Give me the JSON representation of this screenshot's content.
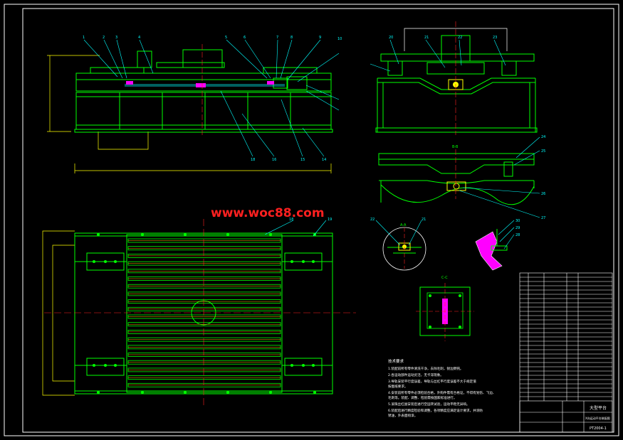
{
  "watermark": "www.woc88.com",
  "colors": {
    "background": "#000000",
    "frame": "#ffffff",
    "structure": "#00ff00",
    "centerline": "#ff2020",
    "leader": "#00ffff",
    "dimension": "#ffff00",
    "hatch": "#ff00ff"
  },
  "part_numbers": {
    "front_view_top": [
      "1",
      "2",
      "3",
      "4",
      "5",
      "6",
      "7",
      "8",
      "9",
      "10"
    ],
    "front_view_bottom": [
      "18",
      "16",
      "15",
      "14"
    ],
    "side_view_top": [
      "20",
      "21",
      "22",
      "23"
    ],
    "bb_view": [
      "24",
      "25",
      "26",
      "27"
    ],
    "detail_a": [
      "22",
      "21"
    ],
    "detail_b": [
      "30",
      "29",
      "28"
    ],
    "plan_view": [
      "18",
      "19"
    ]
  },
  "section_labels": {
    "bb": "B-B",
    "aa": "A-A",
    "cc": "C-C"
  },
  "notes_title": "技术要求",
  "notes": [
    "1.装配前所有零件清洗干净，去除毛刺，锐边倒钝。",
    "2.各运动部件运动灵活，无卡滞现象。",
    "3.导轨安装平行度误差，导轨与丝杠平行度误差不大于规定值",
    "  按图纸要求。",
    "4.安装前所有零件必须检验合格，外购件需有合格证，不得有划伤、飞边、",
    "  毛刺等。装配、调整、检验需按国家标准进行。",
    "5.滚珠丝杠副安装后进行空运转试验，运动平稳无异响。",
    "6.装配后进行精度检验和调整，各项精度应满足设计要求，并涂防",
    "  锈油，外表面喷漆。"
  ],
  "title_block": {
    "title": "大型平台",
    "subtitle": "X向运动平台装配图",
    "drawing_no": "PT2004-1"
  }
}
